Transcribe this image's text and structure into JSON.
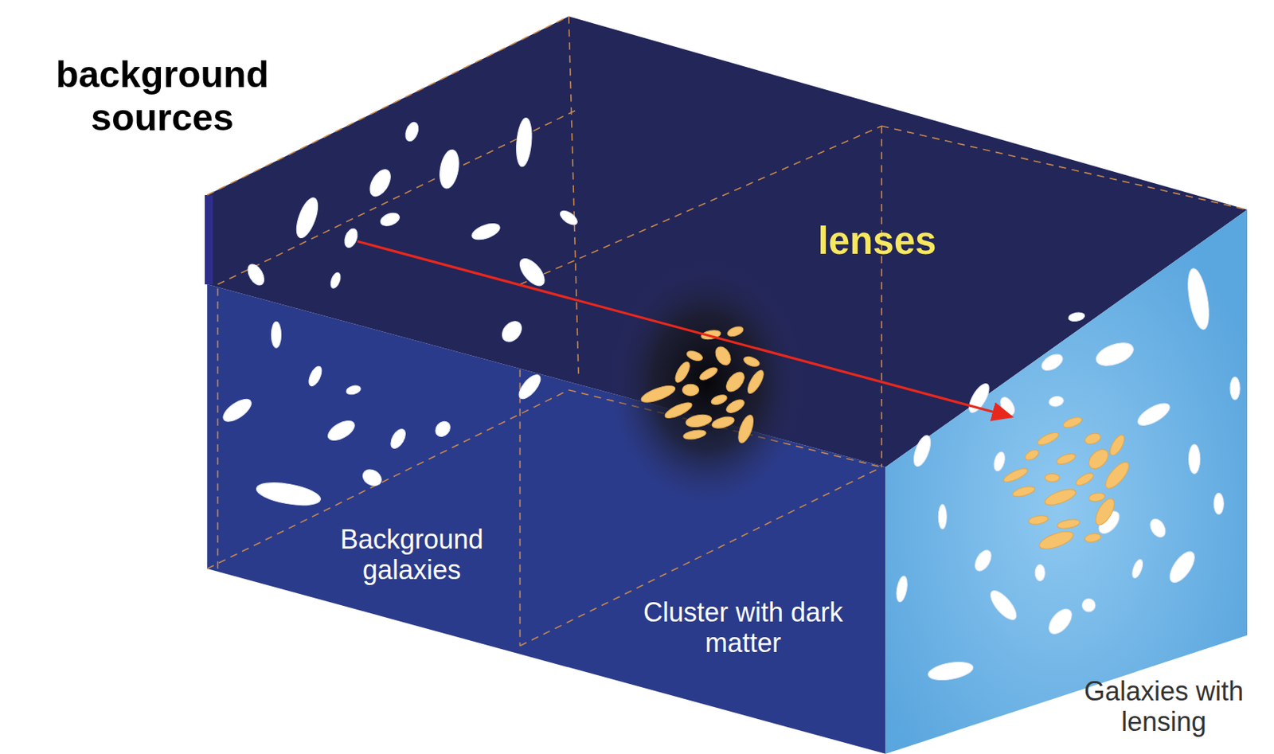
{
  "diagram": {
    "labels": [
      "background sources",
      "lenses",
      "Background galaxies",
      "Cluster with dark matter",
      "Galaxies with lensing"
    ]
  }
}
